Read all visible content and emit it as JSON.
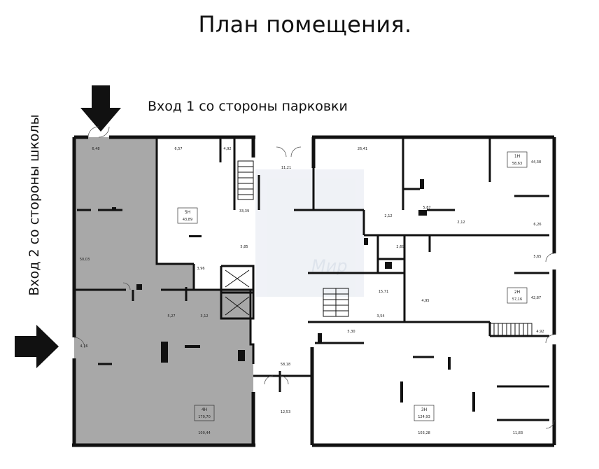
{
  "title": "План помещения.",
  "entrance_1": "Вход 1 со стороны парковки",
  "entrance_2": "Вход 2 со стороны школы",
  "watermark": "Мир",
  "highlight_color": "#a8a8a8",
  "rooms": [
    {
      "id": "r1",
      "number": "",
      "area": "6,48"
    },
    {
      "id": "r2",
      "number": "",
      "area": "6,57"
    },
    {
      "id": "r3",
      "number": "",
      "area": "4,92"
    },
    {
      "id": "r4",
      "number": "",
      "area": "11,21"
    },
    {
      "id": "r5",
      "number": "",
      "area": "26,41"
    },
    {
      "id": "r6",
      "number": "1Н",
      "area": "58,63"
    },
    {
      "id": "r7",
      "number": "",
      "area": "44,38"
    },
    {
      "id": "r8",
      "number": "5Н",
      "area": "43,89"
    },
    {
      "id": "r9",
      "number": "",
      "area": "33,39"
    },
    {
      "id": "r10",
      "number": "",
      "area": "5,87"
    },
    {
      "id": "r11",
      "number": "",
      "area": "2,12"
    },
    {
      "id": "r12",
      "number": "",
      "area": "2,12"
    },
    {
      "id": "r13",
      "number": "",
      "area": "6,26"
    },
    {
      "id": "r14",
      "number": "",
      "area": "5,85"
    },
    {
      "id": "r15",
      "number": "",
      "area": "2,69"
    },
    {
      "id": "r16",
      "number": "",
      "area": "50,03"
    },
    {
      "id": "r17",
      "number": "",
      "area": "3,96"
    },
    {
      "id": "r18",
      "number": "",
      "area": "5,65"
    },
    {
      "id": "r19",
      "number": "",
      "area": "15,71"
    },
    {
      "id": "r20",
      "number": "",
      "area": "4,95"
    },
    {
      "id": "r21",
      "number": "2Н",
      "area": "57,16"
    },
    {
      "id": "r22",
      "number": "",
      "area": "42,87"
    },
    {
      "id": "r23",
      "number": "",
      "area": "5,27"
    },
    {
      "id": "r24",
      "number": "",
      "area": "3,12"
    },
    {
      "id": "r25",
      "number": "",
      "area": "5,30"
    },
    {
      "id": "r26",
      "number": "",
      "area": "3,54"
    },
    {
      "id": "r27",
      "number": "",
      "area": "4,92"
    },
    {
      "id": "r28",
      "number": "",
      "area": "4,16"
    },
    {
      "id": "r29",
      "number": "",
      "area": "58,18"
    },
    {
      "id": "r30",
      "number": "",
      "area": "12,53"
    },
    {
      "id": "r31",
      "number": "4Н",
      "area": "179,70"
    },
    {
      "id": "r32",
      "number": "",
      "area": "100,44"
    },
    {
      "id": "r33",
      "number": "3Н",
      "area": "124,93"
    },
    {
      "id": "r34",
      "number": "",
      "area": "103,28"
    },
    {
      "id": "r35",
      "number": "",
      "area": "11,83"
    }
  ]
}
